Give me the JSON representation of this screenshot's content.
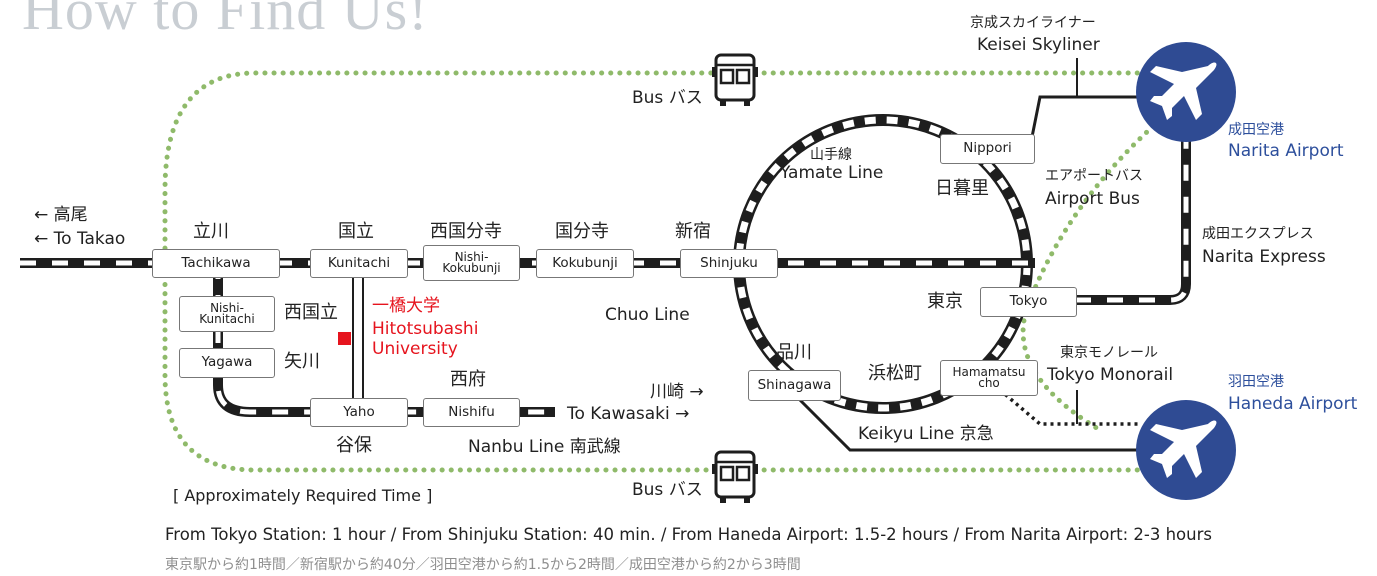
{
  "title": "How to Find Us!",
  "colors": {
    "rail": "#1e1e1e",
    "bus_route": "#8fba6a",
    "airport": "#2f4b93",
    "university": "#e6141e",
    "title": "#c9ced3"
  },
  "stations": {
    "tachikawa": "Tachikawa",
    "kunitachi": "Kunitachi",
    "nishi_kokubunji": [
      "Nishi-",
      "Kokubunji"
    ],
    "kokubunji": "Kokubunji",
    "shinjuku": "Shinjuku",
    "nippori": "Nippori",
    "tokyo": "Tokyo",
    "shinagawa": "Shinagawa",
    "hamamatsucho": [
      "Hamamatsu",
      "cho"
    ],
    "nishi_kunitachi": [
      "Nishi-",
      "Kunitachi"
    ],
    "yagawa": "Yagawa",
    "yaho": "Yaho",
    "nishifu": "Nishifu"
  },
  "labels": {
    "tachikawa_ja": "立川",
    "kunitachi_ja": "国立",
    "nishi_kokubunji_ja": "西国分寺",
    "kokubunji_ja": "国分寺",
    "shinjuku_ja": "新宿",
    "nippori_ja": "日暮里",
    "tokyo_ja": "東京",
    "shinagawa_ja": "品川",
    "hamamatsucho_ja": "浜松町",
    "nishi_kunitachi_ja": "西国立",
    "yagawa_ja": "矢川",
    "yaho_ja": "谷保",
    "nishifu_ja": "西府",
    "takao_ja": "← 高尾",
    "takao_en": "← To Takao",
    "kawasaki_ja": "川崎 →",
    "kawasaki_en": "To Kawasaki →",
    "univ_ja": "一橋大学",
    "univ_en1": "Hitotsubashi",
    "univ_en2": "University",
    "yamate_ja": "山手線",
    "yamate_en": "Yamate Line",
    "chuo_en": "Chuo Line",
    "nanbu": "Nanbu Line 南武線",
    "keikyu": "Keikyu Line 京急",
    "skyliner_ja": "京成スカイライナー",
    "skyliner_en": "Keisei Skyliner",
    "airportbus_ja": "エアポートバス",
    "airportbus_en": "Airport Bus",
    "nex_ja": "成田エクスプレス",
    "nex_en": "Narita Express",
    "monorail_ja": "東京モノレール",
    "monorail_en": "Tokyo Monorail",
    "narita_ja": "成田空港",
    "narita_en": "Narita Airport",
    "haneda_ja": "羽田空港",
    "haneda_en": "Haneda Airport",
    "bus_top": "Bus バス",
    "bus_bottom": "Bus バス"
  },
  "time_info": {
    "heading": "[ Approximately Required Time ]",
    "english": "From Tokyo Station: 1 hour / From Shinjuku Station: 40 min. / From Haneda Airport: 1.5-2 hours / From Narita Airport: 2-3 hours",
    "japanese": "東京駅から約1時間／新宿駅から約40分／羽田空港から約1.5から2時間／成田空港から約2から3時間"
  }
}
